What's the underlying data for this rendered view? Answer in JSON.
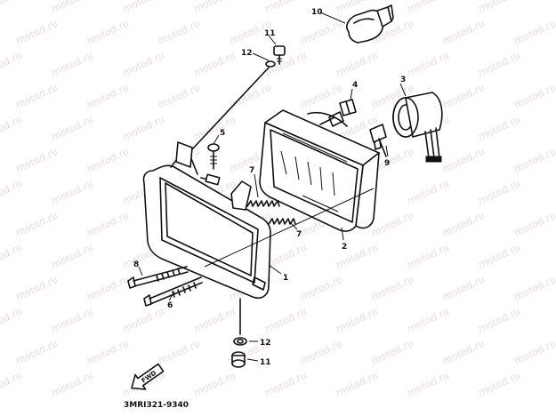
{
  "diagram": {
    "part_code": "3MRI321-9340",
    "watermark": "motod.ru",
    "fwd_label": "FWD",
    "callouts": [
      {
        "id": "c10",
        "label": "10"
      },
      {
        "id": "c11a",
        "label": "11"
      },
      {
        "id": "c12a",
        "label": "12"
      },
      {
        "id": "c4",
        "label": "4"
      },
      {
        "id": "c3",
        "label": "3"
      },
      {
        "id": "c5",
        "label": "5"
      },
      {
        "id": "c9",
        "label": "9"
      },
      {
        "id": "c7a",
        "label": "7"
      },
      {
        "id": "c7b",
        "label": "7"
      },
      {
        "id": "c2",
        "label": "2"
      },
      {
        "id": "c1",
        "label": "1"
      },
      {
        "id": "c8",
        "label": "8"
      },
      {
        "id": "c6",
        "label": "6"
      },
      {
        "id": "c12b",
        "label": "12"
      },
      {
        "id": "c11b",
        "label": "11"
      }
    ]
  }
}
